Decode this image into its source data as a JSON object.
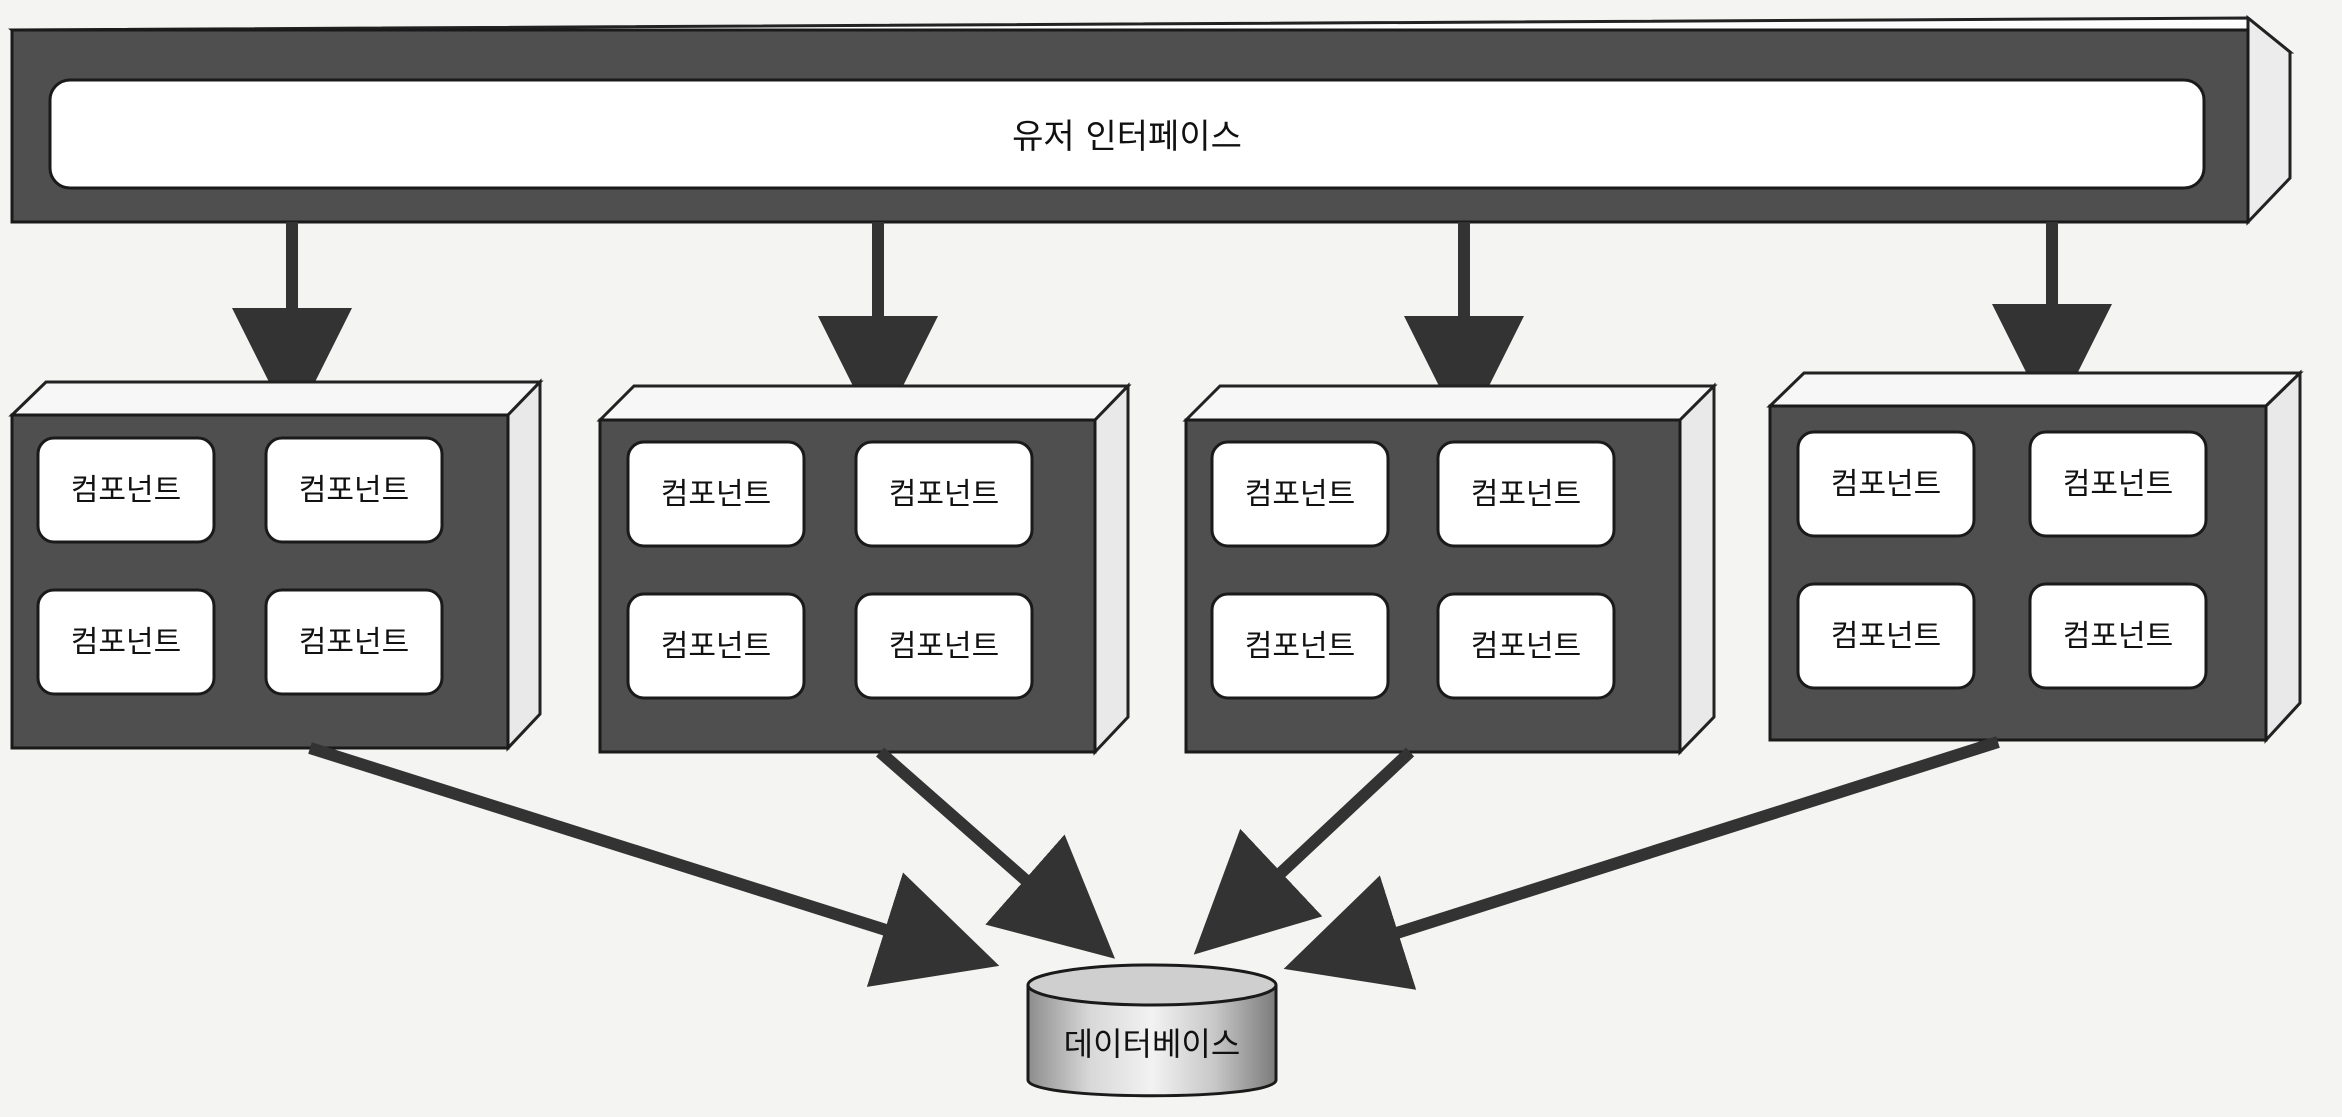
{
  "user_interface": {
    "label": "유저 인터페이스"
  },
  "services": [
    {
      "components": [
        "컴포넌트",
        "컴포넌트",
        "컴포넌트",
        "컴포넌트"
      ]
    },
    {
      "components": [
        "컴포넌트",
        "컴포넌트",
        "컴포넌트",
        "컴포넌트"
      ]
    },
    {
      "components": [
        "컴포넌트",
        "컴포넌트",
        "컴포넌트",
        "컴포넌트"
      ]
    },
    {
      "components": [
        "컴포넌트",
        "컴포넌트",
        "컴포넌트",
        "컴포넌트"
      ]
    }
  ],
  "database": {
    "label": "데이터베이스"
  },
  "colors": {
    "background": "#f4f4f2",
    "block_front": "#4f4f4f",
    "block_top": "#f7f7f7",
    "block_side": "#e9e9e9",
    "component_fill": "#ffffff",
    "arrow": "#333333",
    "outline": "#1a1a1a"
  }
}
